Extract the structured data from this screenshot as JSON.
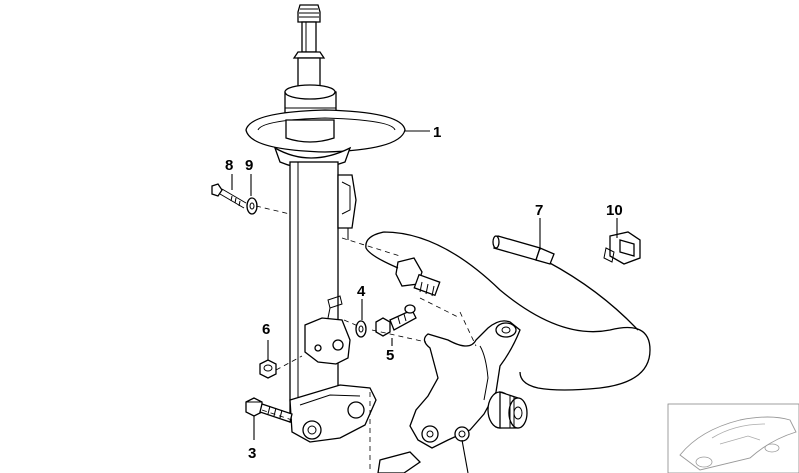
{
  "diagram": {
    "callouts": [
      {
        "id": "1",
        "label": "1"
      },
      {
        "id": "3",
        "label": "3"
      },
      {
        "id": "4",
        "label": "4"
      },
      {
        "id": "5",
        "label": "5"
      },
      {
        "id": "6",
        "label": "6"
      },
      {
        "id": "7",
        "label": "7"
      },
      {
        "id": "8",
        "label": "8"
      },
      {
        "id": "9",
        "label": "9"
      },
      {
        "id": "10",
        "label": "10"
      }
    ],
    "parts": [
      {
        "name": "strut-top-mount-stud",
        "icon": "threaded-stud"
      },
      {
        "name": "spring-seat",
        "icon": "spring-plate"
      },
      {
        "name": "shock-absorber-body",
        "icon": "strut-tube"
      },
      {
        "name": "bracket-bolt",
        "icon": "bolt"
      },
      {
        "name": "washer",
        "icon": "washer"
      },
      {
        "name": "hex-nut",
        "icon": "nut"
      },
      {
        "name": "wheel-speed-sensor",
        "icon": "sensor"
      },
      {
        "name": "sensor-clip",
        "icon": "clip"
      },
      {
        "name": "steering-knuckle",
        "icon": "knuckle"
      },
      {
        "name": "abs-cable",
        "icon": "cable"
      },
      {
        "name": "vehicle-thumbnail",
        "icon": "car-outline"
      }
    ]
  }
}
